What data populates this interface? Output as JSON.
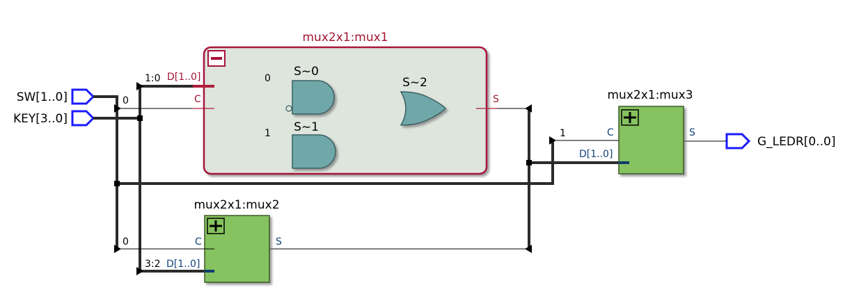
{
  "inputs": {
    "sw": "SW[1..0]",
    "key": "KEY[3..0]"
  },
  "output": {
    "ledr": "G_LEDR[0..0]"
  },
  "mux1": {
    "title": "mux2x1:mux1",
    "pin_d": "D[1..0]",
    "pin_c": "C",
    "pin_s": "S",
    "gate_and0": "S~0",
    "gate_and1": "S~1",
    "gate_or": "S~2",
    "in0": "0",
    "in1": "1"
  },
  "mux2": {
    "title": "mux2x1:mux2",
    "pin_c": "C",
    "pin_d": "D[1..0]",
    "pin_s": "S"
  },
  "mux3": {
    "title": "mux2x1:mux3",
    "pin_c": "C",
    "pin_d": "D[1..0]",
    "pin_s": "S"
  },
  "taps": {
    "sw_to_mux1": "1:0",
    "key_to_mux1_c": "0",
    "key_to_mux2_c": "0",
    "sw_to_mux2": "3:2",
    "mux3_c_in": "1"
  },
  "colors": {
    "mux1_border": "#a8123a",
    "mux1_fill": "#dde5dd",
    "block_fill": "#86c25e",
    "gate_fill": "#6fa8aa",
    "port_blue": "#1010d8"
  }
}
